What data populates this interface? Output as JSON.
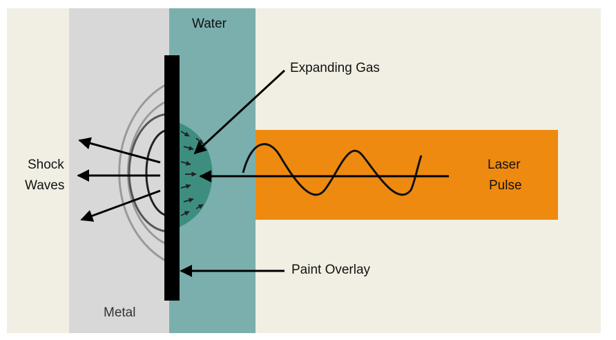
{
  "diagram": {
    "labels": {
      "water": "Water",
      "metal": "Metal",
      "expanding_gas": "Expanding Gas",
      "shock": "Shock",
      "waves": "Waves",
      "laser": "Laser",
      "pulse": "Pulse",
      "paint_overlay": "Paint Overlay"
    },
    "colors": {
      "background": "#f1efe4",
      "metal": "#d8d8d8",
      "water": "#7bafad",
      "gas": "#3e8e80",
      "laser": "#ee8a10",
      "paint_overlay": "#000000"
    }
  }
}
